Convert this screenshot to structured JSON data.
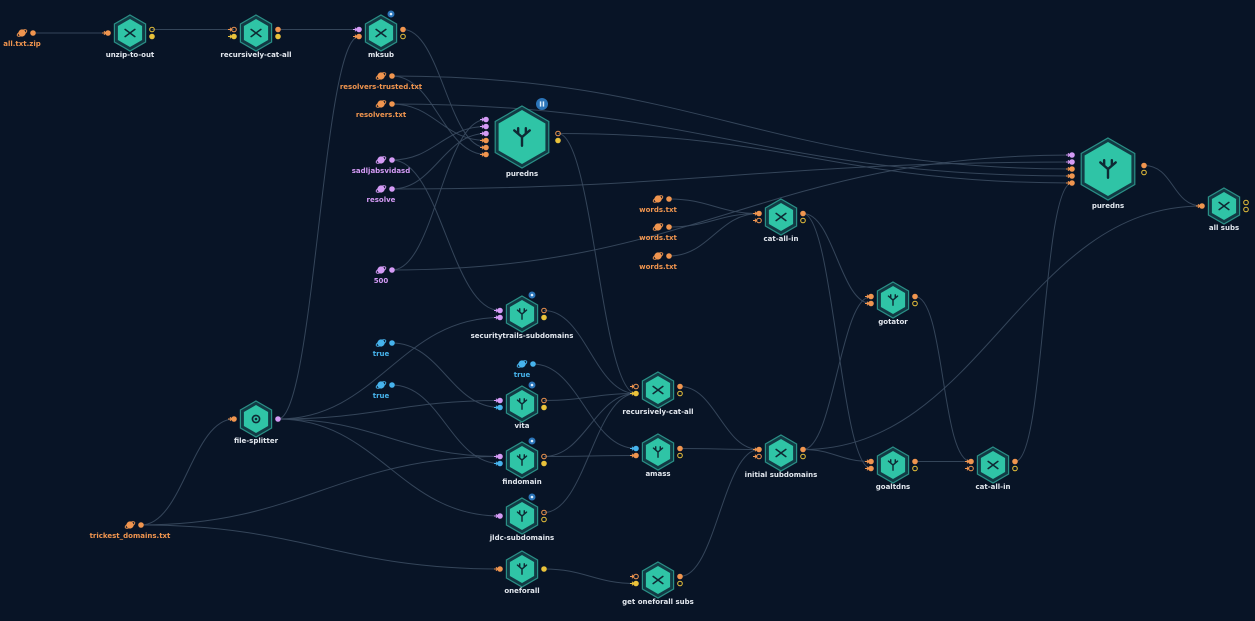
{
  "colors": {
    "background": "#081426",
    "node_fill": "#2fc4a6",
    "node_border": "#2a8f86",
    "node_dark": "#0e2a34",
    "edge": "#3a4a5f",
    "port_orange": "#f0954f",
    "port_yellow": "#e9c23b",
    "port_purple": "#d49bf5",
    "port_blue": "#47b3ec",
    "badge": "#2b74b8",
    "label": "#e3e8ef"
  },
  "nodes": [
    {
      "id": "n_alltxt",
      "kind": "file",
      "label": "all.txt.zip",
      "icon": "file-icon"
    },
    {
      "id": "n_unzip",
      "kind": "tool",
      "label": "unzip-to-out",
      "icon": "tool-icon"
    },
    {
      "id": "n_rcat1",
      "kind": "tool",
      "label": "recursively-cat-all",
      "icon": "tool-icon"
    },
    {
      "id": "n_mksub",
      "kind": "tool",
      "label": "mksub",
      "icon": "tool-icon",
      "badge": true
    },
    {
      "id": "n_restrusted",
      "kind": "file",
      "label": "resolvers-trusted.txt",
      "icon": "file-icon"
    },
    {
      "id": "n_resolvers",
      "kind": "file",
      "label": "resolvers.txt",
      "icon": "file-icon"
    },
    {
      "id": "n_puredns1",
      "kind": "tool",
      "label": "puredns",
      "icon": "merge-icon",
      "big": true,
      "badge": true,
      "badge_kind": "pause"
    },
    {
      "id": "n_sadl",
      "kind": "param",
      "label": "sadljabsvidasd",
      "icon": "param-icon"
    },
    {
      "id": "n_resolve",
      "kind": "param",
      "label": "resolve",
      "icon": "param-icon"
    },
    {
      "id": "n_500",
      "kind": "param",
      "label": "500",
      "icon": "param-icon"
    },
    {
      "id": "n_words1",
      "kind": "file",
      "label": "words.txt",
      "icon": "file-icon"
    },
    {
      "id": "n_words2",
      "kind": "file",
      "label": "words.txt",
      "icon": "file-icon"
    },
    {
      "id": "n_words3",
      "kind": "file",
      "label": "words.txt",
      "icon": "file-icon"
    },
    {
      "id": "n_catall1",
      "kind": "tool",
      "label": "cat-all-in",
      "icon": "tool-icon"
    },
    {
      "id": "n_puredns2",
      "kind": "tool",
      "label": "puredns",
      "icon": "merge-icon",
      "big": true
    },
    {
      "id": "n_allsubs",
      "kind": "tool",
      "label": "all subs",
      "icon": "tool-icon"
    },
    {
      "id": "n_true1",
      "kind": "bool",
      "label": "true",
      "icon": "bool-icon"
    },
    {
      "id": "n_true2",
      "kind": "bool",
      "label": "true",
      "icon": "bool-icon"
    },
    {
      "id": "n_true3",
      "kind": "bool",
      "label": "true",
      "icon": "bool-icon"
    },
    {
      "id": "n_sectrails",
      "kind": "tool",
      "label": "securitytrails-subdomains",
      "icon": "merge-icon",
      "badge": true
    },
    {
      "id": "n_rcat2",
      "kind": "tool",
      "label": "recursively-cat-all",
      "icon": "tool-icon"
    },
    {
      "id": "n_vita",
      "kind": "tool",
      "label": "vita",
      "icon": "merge-icon",
      "badge": true
    },
    {
      "id": "n_filesplit",
      "kind": "tool",
      "label": "file-splitter",
      "icon": "gear-icon"
    },
    {
      "id": "n_findomain",
      "kind": "tool",
      "label": "findomain",
      "icon": "merge-icon",
      "badge": true
    },
    {
      "id": "n_amass",
      "kind": "tool",
      "label": "amass",
      "icon": "merge-icon"
    },
    {
      "id": "n_initsubs",
      "kind": "tool",
      "label": "initial subdomains",
      "icon": "tool-icon"
    },
    {
      "id": "n_gotator",
      "kind": "tool",
      "label": "gotator",
      "icon": "merge-icon"
    },
    {
      "id": "n_goaltdns",
      "kind": "tool",
      "label": "goaltdns",
      "icon": "merge-icon"
    },
    {
      "id": "n_catall2",
      "kind": "tool",
      "label": "cat-all-in",
      "icon": "tool-icon"
    },
    {
      "id": "n_trickest",
      "kind": "file",
      "label": "trickest_domains.txt",
      "icon": "file-icon"
    },
    {
      "id": "n_jldc",
      "kind": "tool",
      "label": "jldc-subdomains",
      "icon": "merge-icon",
      "badge": true
    },
    {
      "id": "n_oneforall",
      "kind": "tool",
      "label": "oneforall",
      "icon": "merge-icon"
    },
    {
      "id": "n_getofa",
      "kind": "tool",
      "label": "get oneforall subs",
      "icon": "tool-icon"
    }
  ]
}
